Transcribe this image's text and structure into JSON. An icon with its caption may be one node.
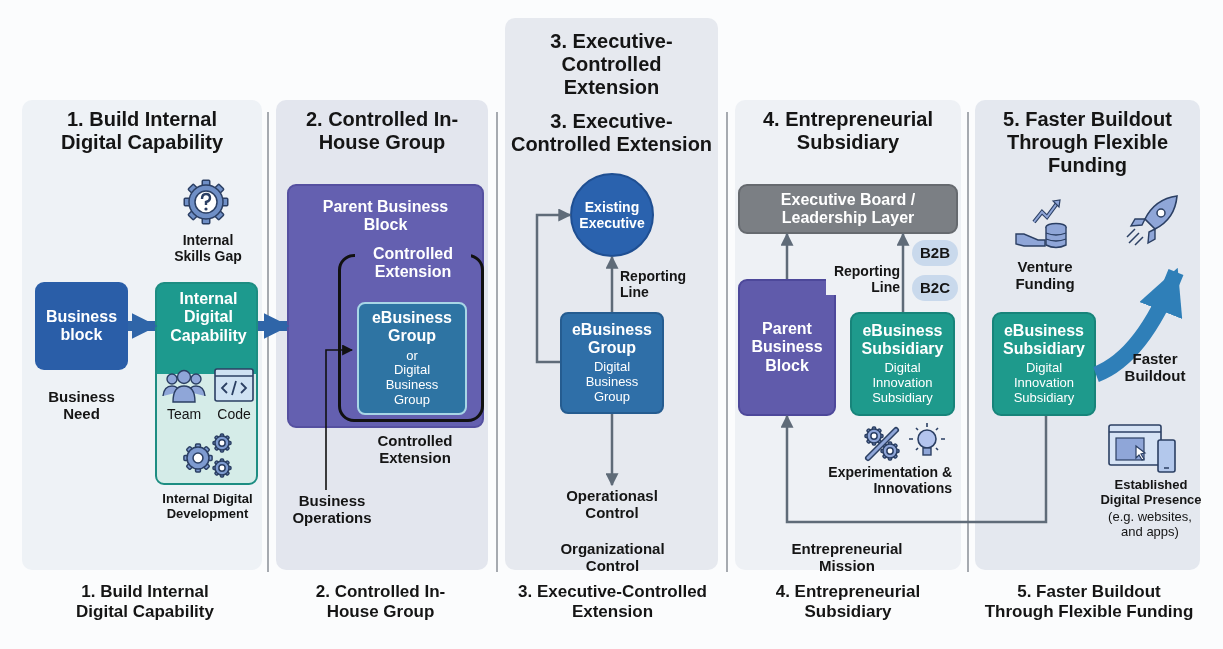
{
  "diagram": {
    "nodes": [
      {
        "text": [
          "1. Build Internal Digital Capability"
        ]
      },
      {
        "text": [
          "Business block"
        ],
        "in": 0,
        "beside": [
          "Business Need"
        ]
      },
      {
        "text": [
          "Internal Digital Capability",
          "Team",
          "Code"
        ],
        "in": 0,
        "beside": [
          "Internal Digital Development"
        ]
      },
      {
        "text": [
          "2. Controlled In-House Group"
        ]
      },
      {
        "text": [
          "Parent Business Block"
        ],
        "in": 3,
        "beside": [
          "Controlled Extension"
        ]
      },
      {
        "text": [
          "Controlled Extension"
        ],
        "in": 4
      },
      {
        "text": [
          "eBusiness Group",
          "or",
          "Digital Business Group"
        ],
        "in": 5
      },
      {
        "text": [
          "Business Operations"
        ],
        "in": 3
      },
      {
        "text": [
          "3. Executive-Controlled Extension",
          "3. Executive-Controlled Extension"
        ]
      },
      {
        "text": [
          "Existing Executive"
        ],
        "in": 8
      },
      {
        "text": [
          "eBusiness Group",
          "Digital Business Group"
        ],
        "in": 8
      },
      {
        "text": [
          "Operationasl Control"
        ],
        "in": 8
      },
      {
        "text": [
          "4. Entrepreneurial Subsidiary"
        ]
      },
      {
        "text": [
          "Executive Board / Leadership Layer"
        ],
        "in": 12
      },
      {
        "text": [
          "Parent Business Block"
        ],
        "in": 12
      },
      {
        "text": [
          "eBusiness Subsidiary",
          "Digital Innovation Subsidiary"
        ],
        "in": 12
      },
      {
        "text": [
          "B2B"
        ],
        "in": 12
      },
      {
        "text": [
          "B2C"
        ],
        "in": 12
      },
      {
        "text": [
          "5. Faster Buildout Through Flexible Funding"
        ]
      },
      {
        "text": [
          "eBusiness Subsidiary",
          "Digital Innovation Subsidiary"
        ],
        "in": 18
      }
    ],
    "edges": [
      {
        "from": 1,
        "to": 2,
        "arrow": "to",
        "style": "thick",
        "color": "#2f65a8"
      },
      {
        "from": 2,
        "to": 4,
        "arrow": "to",
        "style": "thick",
        "color": "#2f65a8"
      },
      {
        "from": 7,
        "to": 6,
        "arrow": "to",
        "color": "#111111"
      },
      {
        "from": 10,
        "to": 9,
        "arrow": "to",
        "label": "Reporting Line"
      },
      {
        "from": 10,
        "to": 9,
        "arrow": "to"
      },
      {
        "from": 10,
        "to": 11,
        "arrow": "to"
      },
      {
        "from": 14,
        "to": 13,
        "arrow": "to"
      },
      {
        "from": 15,
        "to": 13,
        "arrow": "to",
        "label": "Reporting Line"
      },
      {
        "from": 19,
        "to": 14,
        "arrow": "to"
      },
      {
        "from": 19,
        "to": null,
        "arrow": "to",
        "style": "thick",
        "color": "#2f7fb8"
      }
    ],
    "labels": [
      "Internal Skills Gap",
      "Venture Funding",
      "Faster Buildout",
      "Experimentation & Innovations",
      "Established Digital Presence",
      "(e.g. websites, and apps)",
      "Organizational Control",
      "Entrepreneurial Mission",
      "1. Build Internal Digital Capability",
      "2. Controlled In-House Group",
      "3. Executive-Controlled Extension",
      "4. Entrepreneurial Subsidiary",
      "5. Faster Buildout Through Flexible Funding"
    ]
  }
}
